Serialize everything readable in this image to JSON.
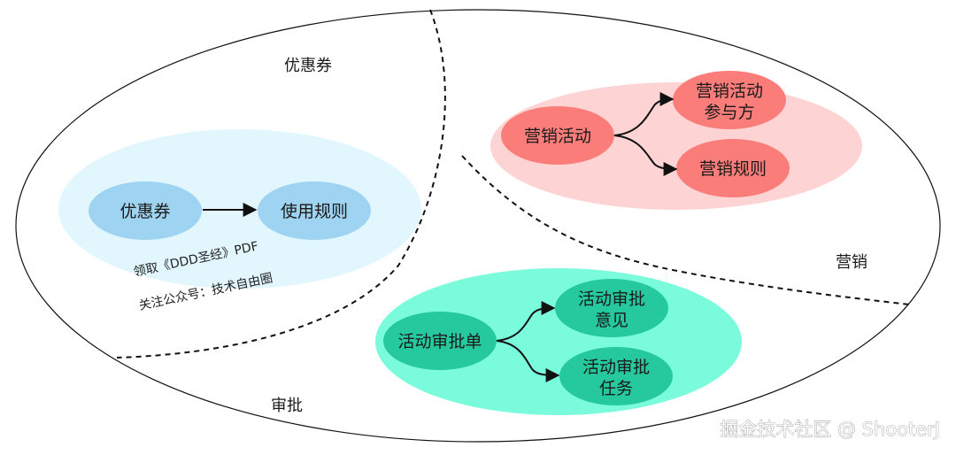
{
  "regions": {
    "coupon": "优惠券",
    "marketing": "营销",
    "approval": "审批"
  },
  "coupon_group": {
    "color": "#e2f7fd",
    "node_color": "#9ed3f1",
    "coupon": "优惠券",
    "usage_rules": "使用规则"
  },
  "marketing_group": {
    "color": "#fdd3d3",
    "node_color": "#fa7d7a",
    "activity": "营销活动",
    "participant_line1": "营销活动",
    "participant_line2": "参与方",
    "rules": "营销规则"
  },
  "approval_group": {
    "color": "#7afbdb",
    "node_color": "#25c99d",
    "form": "活动审批单",
    "opinion_line1": "活动审批",
    "opinion_line2": "意见",
    "task_line1": "活动审批",
    "task_line2": "任务"
  },
  "promo": {
    "line1": "领取《DDD圣经》PDF",
    "line2": "关注公众号：技术自由圈"
  },
  "watermark": "掘金技术社区 @ ShooterJ"
}
